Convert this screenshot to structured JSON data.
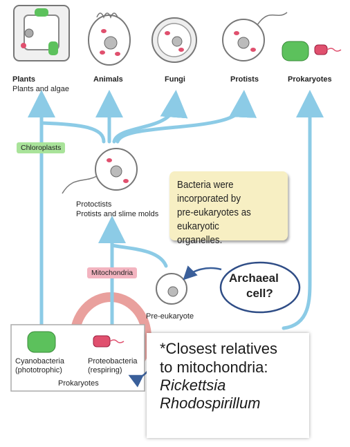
{
  "kingdoms": [
    {
      "name": "Plants",
      "sub": "Plants and algae"
    },
    {
      "name": "Animals"
    },
    {
      "name": "Fungi"
    },
    {
      "name": "Protists"
    },
    {
      "name": "Prokaryotes"
    }
  ],
  "tags": {
    "chloroplasts": "Chloroplasts",
    "mitochondria": "Mitochondria"
  },
  "protoctists": {
    "line1": "Protoctists",
    "line2": "Protists and slime molds"
  },
  "callout": {
    "line1": "Bacteria were incorporated by",
    "line2": "pre-eukaryotes as eukaryotic",
    "line3": "organelles."
  },
  "archaeal": {
    "line1": "Archaeal",
    "line2": "cell?"
  },
  "pre_eukaryote": "Pre-eukaryote",
  "prokaryote_box": {
    "cyano_line1": "Cyanobacteria",
    "cyano_line2": "(phototrophic)",
    "proteo_line1": "Proteobacteria",
    "proteo_line2": "(respiring)",
    "label": "Prokaryotes"
  },
  "note": {
    "line1": "*Closest relatives",
    "line2": "to mitochondria:",
    "line3": "Rickettsia",
    "line4": "Rhodospirillum"
  },
  "colors": {
    "arrow": "#8ccbe6",
    "chloroplast": "#5cc15c",
    "mito": "#e0506e",
    "callout_bg": "#f7efc3",
    "highlight": "#e8908c"
  }
}
